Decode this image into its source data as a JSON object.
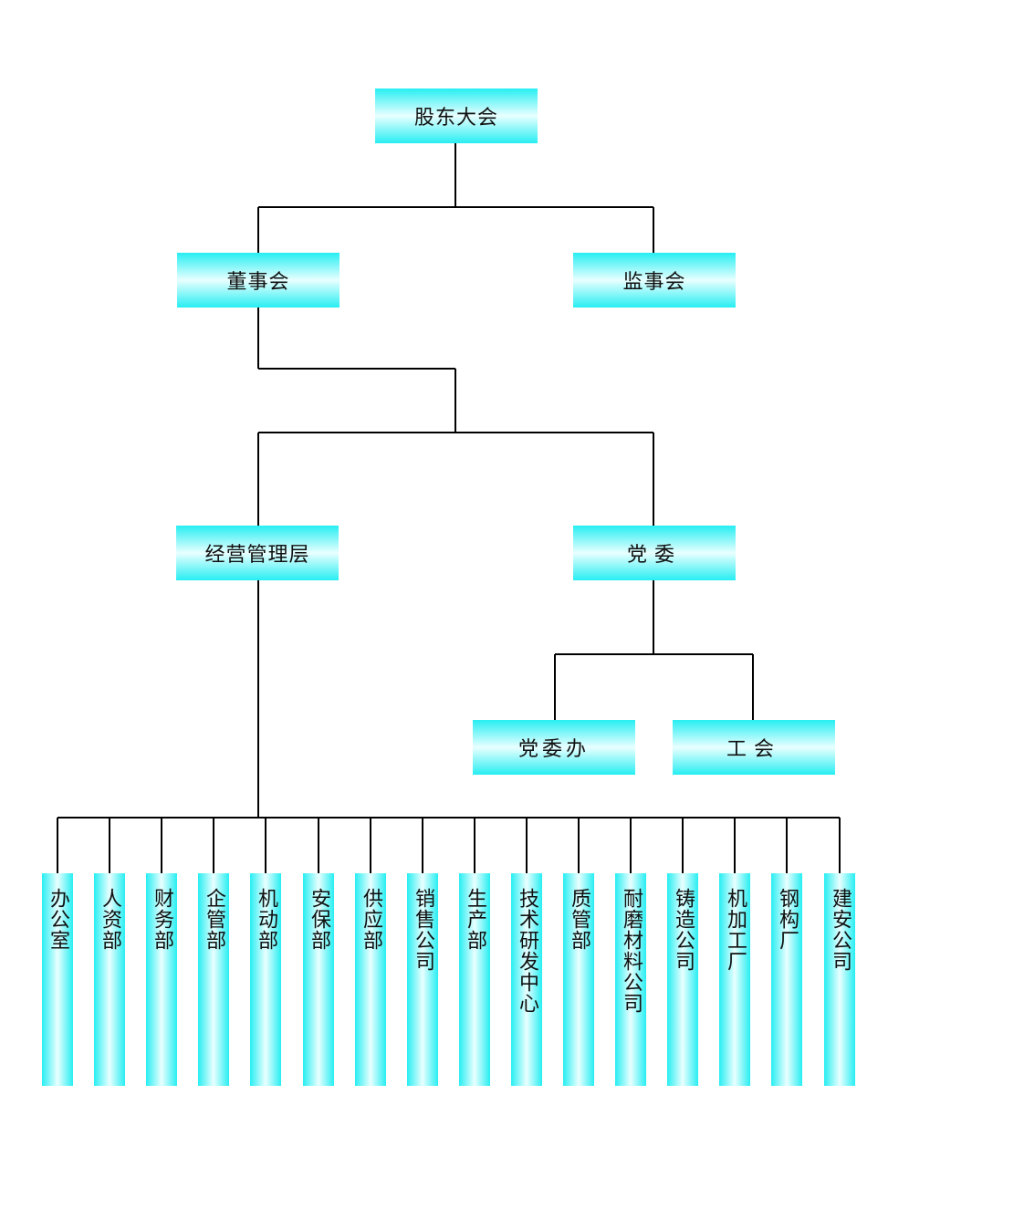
{
  "nodes": {
    "shareholders_meeting": "股东大会",
    "board_of_directors": "董事会",
    "board_of_supervisors": "监事会",
    "management": "经营管理层",
    "party_committee": "党委",
    "party_office": "党委办",
    "trade_union": "工会"
  },
  "departments": [
    "办公室",
    "人资部",
    "财务部",
    "企管部",
    "机动部",
    "安保部",
    "供应部",
    "销售公司",
    "生产部",
    "技术研发中心",
    "质管部",
    "耐磨材料公司",
    "铸造公司",
    "机加工厂",
    "钢构厂",
    "建安公司"
  ],
  "colors": {
    "box_edge": "#27eef2",
    "box_center": "#e9ffff",
    "line": "#000000",
    "text": "#111111"
  }
}
